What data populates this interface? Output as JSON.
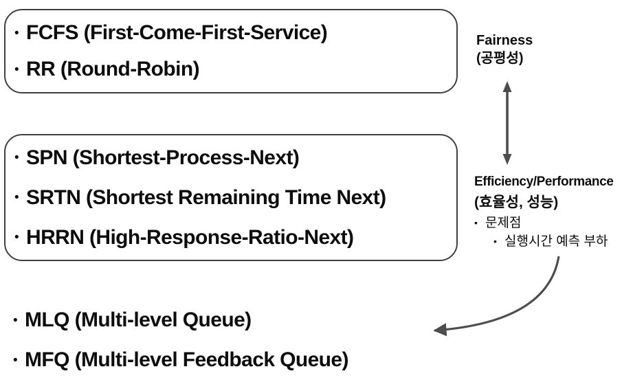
{
  "bullet": "•",
  "colors": {
    "background": "#ffffff",
    "text": "#0d0d0d",
    "box_border": "#3f3f3f",
    "arrow": "#4d4d4d"
  },
  "boxes": [
    {
      "items": [
        "FCFS (First-Come-First-Service)",
        "RR (Round-Robin)"
      ]
    },
    {
      "items": [
        "SPN (Shortest-Process-Next)",
        "SRTN (Shortest Remaining Time Next)",
        "HRRN (High-Response-Ratio-Next)"
      ]
    }
  ],
  "bottom_list": {
    "items": [
      "MLQ (Multi-level Queue)",
      "MFQ (Multi-level Feedback Queue)"
    ]
  },
  "right_panel": {
    "fairness": {
      "title": "Fairness",
      "subtitle": "(공평성)"
    },
    "efficiency": {
      "title": "Efficiency/Performance",
      "subtitle": "(효율성, 성능)",
      "issue_label": "문제점",
      "issue_detail": "실행시간 예측 부하"
    }
  }
}
